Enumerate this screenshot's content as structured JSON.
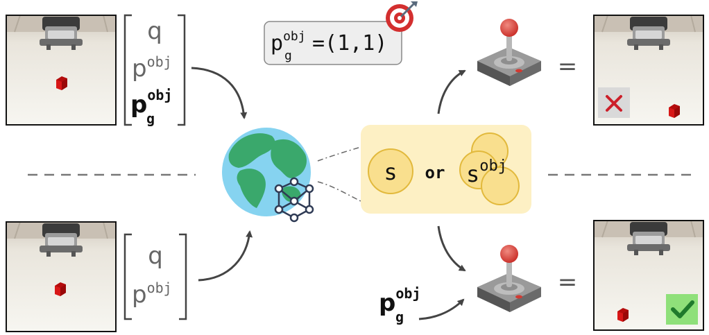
{
  "top_input": {
    "q": "q",
    "p_obj": {
      "base": "p",
      "sup": "obj"
    },
    "p_g_obj": {
      "base": "p",
      "sup": "obj",
      "sub": "g"
    }
  },
  "bottom_input": {
    "q": "q",
    "p_obj": {
      "base": "p",
      "sup": "obj"
    }
  },
  "goal_box": {
    "base": "p",
    "sup": "obj",
    "sub": "g",
    "equals_value": "=(1,1)"
  },
  "state_box": {
    "state": "s",
    "or": "or",
    "object_state": {
      "base": "s",
      "sup": "obj"
    }
  },
  "policy_goal_input": {
    "base": "p",
    "sup": "obj",
    "sub": "g"
  },
  "equals_sign": "=",
  "outcomes": {
    "top": "failure",
    "bottom": "success"
  },
  "colors": {
    "arrow": "#444444",
    "state_panel": "#fdf0c4",
    "state_circle": "#f9df8e",
    "state_circle_stroke": "#e2b93c",
    "goal_panel": "#eeeeee",
    "fail_mark": "#cc1f2a",
    "success_mark": "#1f7a2c",
    "success_bg": "#8fe07a",
    "globe_ocean": "#86d3f0",
    "globe_land": "#3aa86c",
    "cube": "#d61414"
  }
}
